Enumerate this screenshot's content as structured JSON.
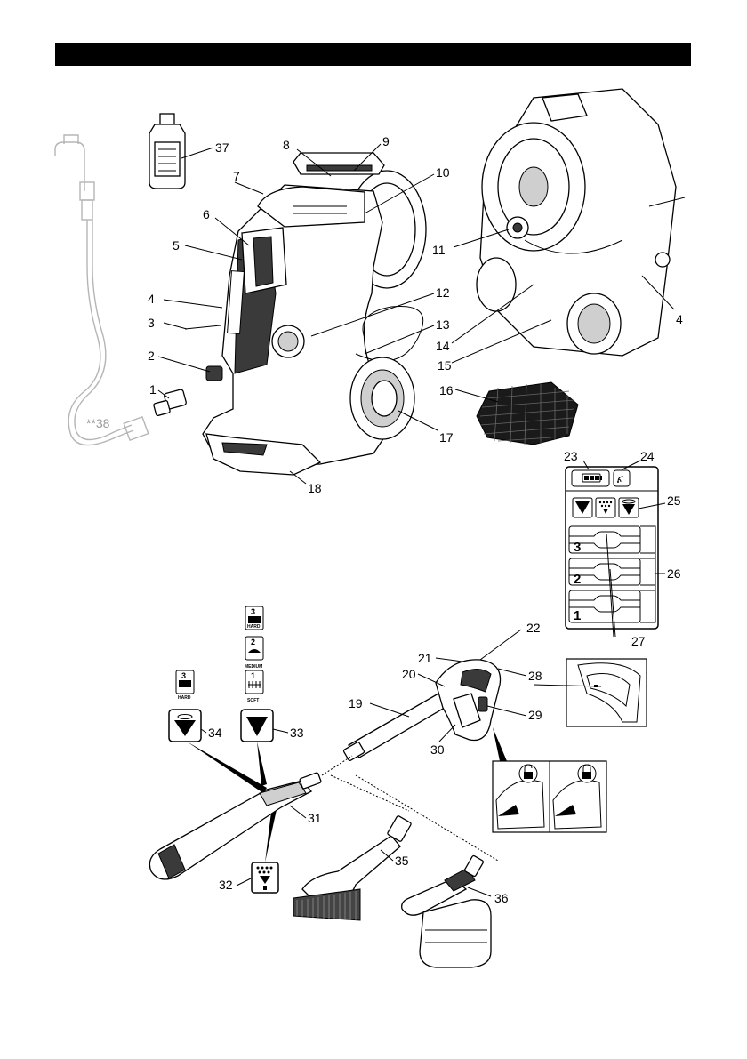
{
  "header": {
    "color": "#000000"
  },
  "labels": {
    "n1": "1",
    "n2": "2",
    "n3": "3",
    "n4": "4",
    "n4b": "4",
    "n5": "5",
    "n6": "6",
    "n7": "7",
    "n8": "8",
    "n9": "9",
    "n10": "10",
    "n11": "11",
    "n12": "12",
    "n13": "13",
    "n14": "14",
    "n15": "15",
    "n16": "16",
    "n17": "17",
    "n18": "18",
    "n19": "19",
    "n20": "20",
    "n21": "21",
    "n22": "22",
    "n23": "23",
    "n24": "24",
    "n25": "25",
    "n26": "26",
    "n27": "27",
    "n28": "28",
    "n29": "29",
    "n30": "30",
    "n31": "31",
    "n32": "32",
    "n33": "33",
    "n34": "34",
    "n35": "35",
    "n36": "36",
    "n37": "37",
    "n38": "**38"
  },
  "control_panel": {
    "levels": [
      "3",
      "2",
      "1"
    ],
    "icons": [
      "battery-icon",
      "bluetooth-icon",
      "nozzle-icon",
      "spray-icon",
      "rotary-nozzle-icon"
    ]
  },
  "pressure_badges": [
    {
      "level": "3",
      "text": "HARD"
    },
    {
      "level": "2",
      "text": "MEDIUM"
    },
    {
      "level": "1",
      "text": "SOFT"
    },
    {
      "level": "3",
      "text": "HARD"
    }
  ],
  "lock_icons": [
    "unlocked-icon",
    "locked-icon"
  ]
}
